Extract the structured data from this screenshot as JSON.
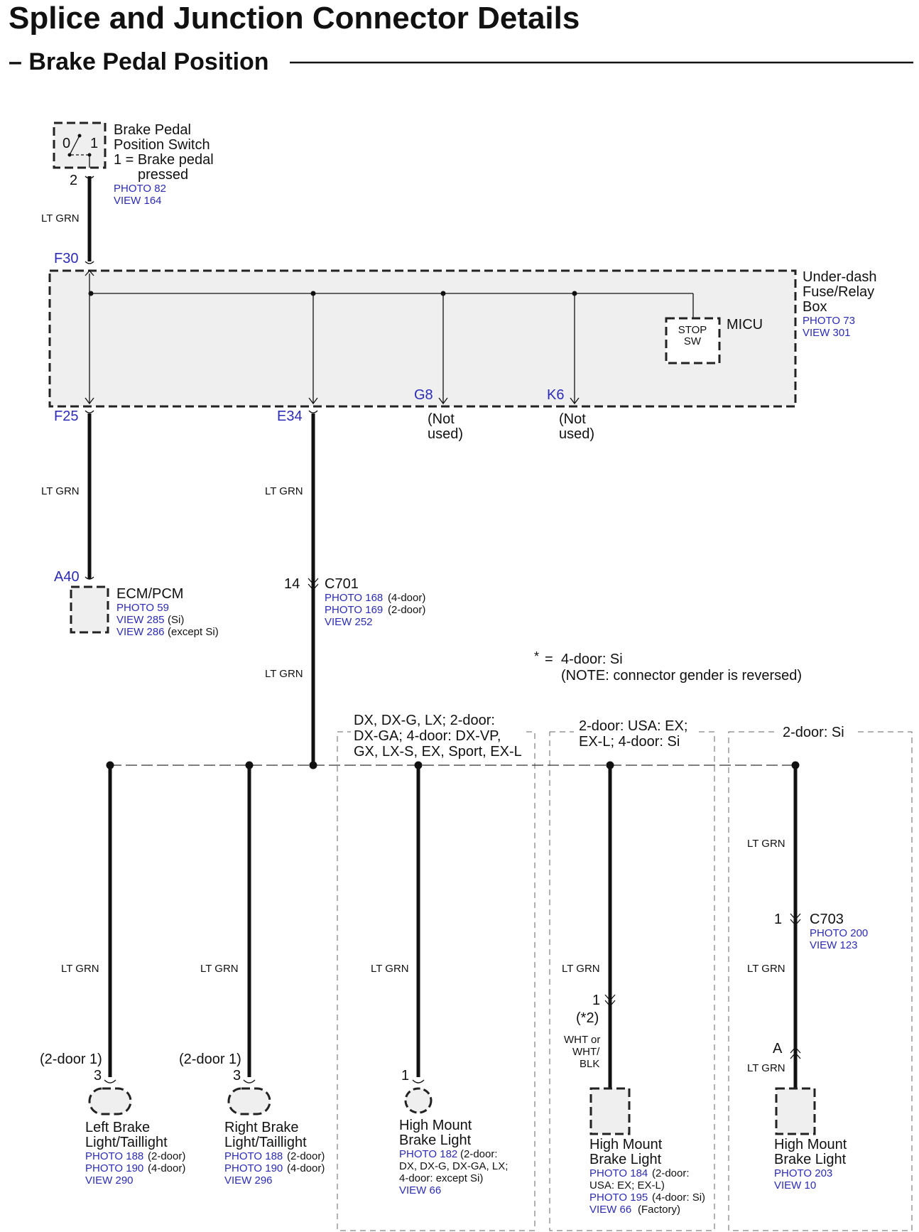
{
  "title": "Splice and Junction Connector Details",
  "subtitle": "– Brake Pedal Position",
  "switch": {
    "name_line1": "Brake Pedal",
    "name_line2": "Position Switch",
    "state_line1": "1 = Brake pedal",
    "state_line2": "pressed",
    "pos0": "0",
    "pos1": "1",
    "pin": "2",
    "photo": "PHOTO 82",
    "view": "VIEW 164"
  },
  "fuse_box": {
    "name_line1": "Under-dash",
    "name_line2": "Fuse/Relay",
    "name_line3": "Box",
    "photo": "PHOTO 73",
    "view": "VIEW 301",
    "micu": "MICU",
    "stop_sw_line1": "STOP",
    "stop_sw_line2": "SW",
    "terminals": {
      "f30": "F30",
      "f25": "F25",
      "e34": "E34",
      "g8": "G8",
      "k6": "K6"
    },
    "not_used_line1": "(Not",
    "not_used_line2": "used)"
  },
  "wire_color": "LT GRN",
  "ecm": {
    "cavity": "A40",
    "name": "ECM/PCM",
    "photo": "PHOTO 59",
    "view1": "VIEW 285",
    "view1_note": "(Si)",
    "view2": "VIEW 286",
    "view2_note": "(except Si)"
  },
  "c701": {
    "pin": "14",
    "name": "C701",
    "photo1": "PHOTO 168",
    "photo1_note": "(4-door)",
    "photo2": "PHOTO 169",
    "photo2_note": "(2-door)",
    "view": "VIEW 252"
  },
  "footnote": {
    "star": "*",
    "eq": "=",
    "line1": "4-door: Si",
    "line2": "(NOTE: connector gender is reversed)"
  },
  "variants": {
    "v1_line1": "DX, DX-G, LX; 2-door:",
    "v1_line2": "DX-GA;  4-door: DX-VP,",
    "v1_line3": "GX, LX-S, EX, Sport, EX-L",
    "v2_line1": "2-door: USA: EX;",
    "v2_line2": "EX-L; 4-door: Si",
    "v3_line1": "2-door: Si"
  },
  "left_light": {
    "door_note": "(2-door 1)",
    "pin": "3",
    "name_line1": "Left Brake",
    "name_line2": "Light/Taillight",
    "photo1": "PHOTO 188",
    "photo1_note": "(2-door)",
    "photo2": "PHOTO 190",
    "photo2_note": "(4-door)",
    "view": "VIEW 290"
  },
  "right_light": {
    "door_note": "(2-door 1)",
    "pin": "3",
    "name_line1": "Right Brake",
    "name_line2": "Light/Taillight",
    "photo1": "PHOTO 188",
    "photo1_note": "(2-door)",
    "photo2": "PHOTO 190",
    "photo2_note": "(4-door)",
    "view": "VIEW 296"
  },
  "hml1": {
    "pin": "1",
    "name_line1": "High Mount",
    "name_line2": "Brake Light",
    "photo": "PHOTO 182",
    "photo_note": "(2-door:",
    "note2": "DX, DX-G, DX-GA, LX;",
    "note3": "4-door: except Si)",
    "view": "VIEW 66"
  },
  "hml2": {
    "pin": "1",
    "pin_note": "(*2)",
    "wire_line1": "WHT or",
    "wire_line2": "WHT/",
    "wire_line3": "BLK",
    "name_line1": "High Mount",
    "name_line2": "Brake Light",
    "photo1": "PHOTO 184",
    "photo1_note": "(2-door:",
    "photo1_note2": "USA: EX; EX-L)",
    "photo2": "PHOTO 195",
    "photo2_note": "(4-door: Si)",
    "view": "VIEW 66",
    "view_note": "(Factory)"
  },
  "c703": {
    "pin": "1",
    "name": "C703",
    "photo": "PHOTO 200",
    "view": "VIEW 123"
  },
  "hml3": {
    "pin": "A",
    "name_line1": "High Mount",
    "name_line2": "Brake Light",
    "photo": "PHOTO 203",
    "view": "VIEW 10"
  },
  "colors": {
    "reference_blue": "#2b2bb8",
    "box_fill": "#efefef"
  }
}
